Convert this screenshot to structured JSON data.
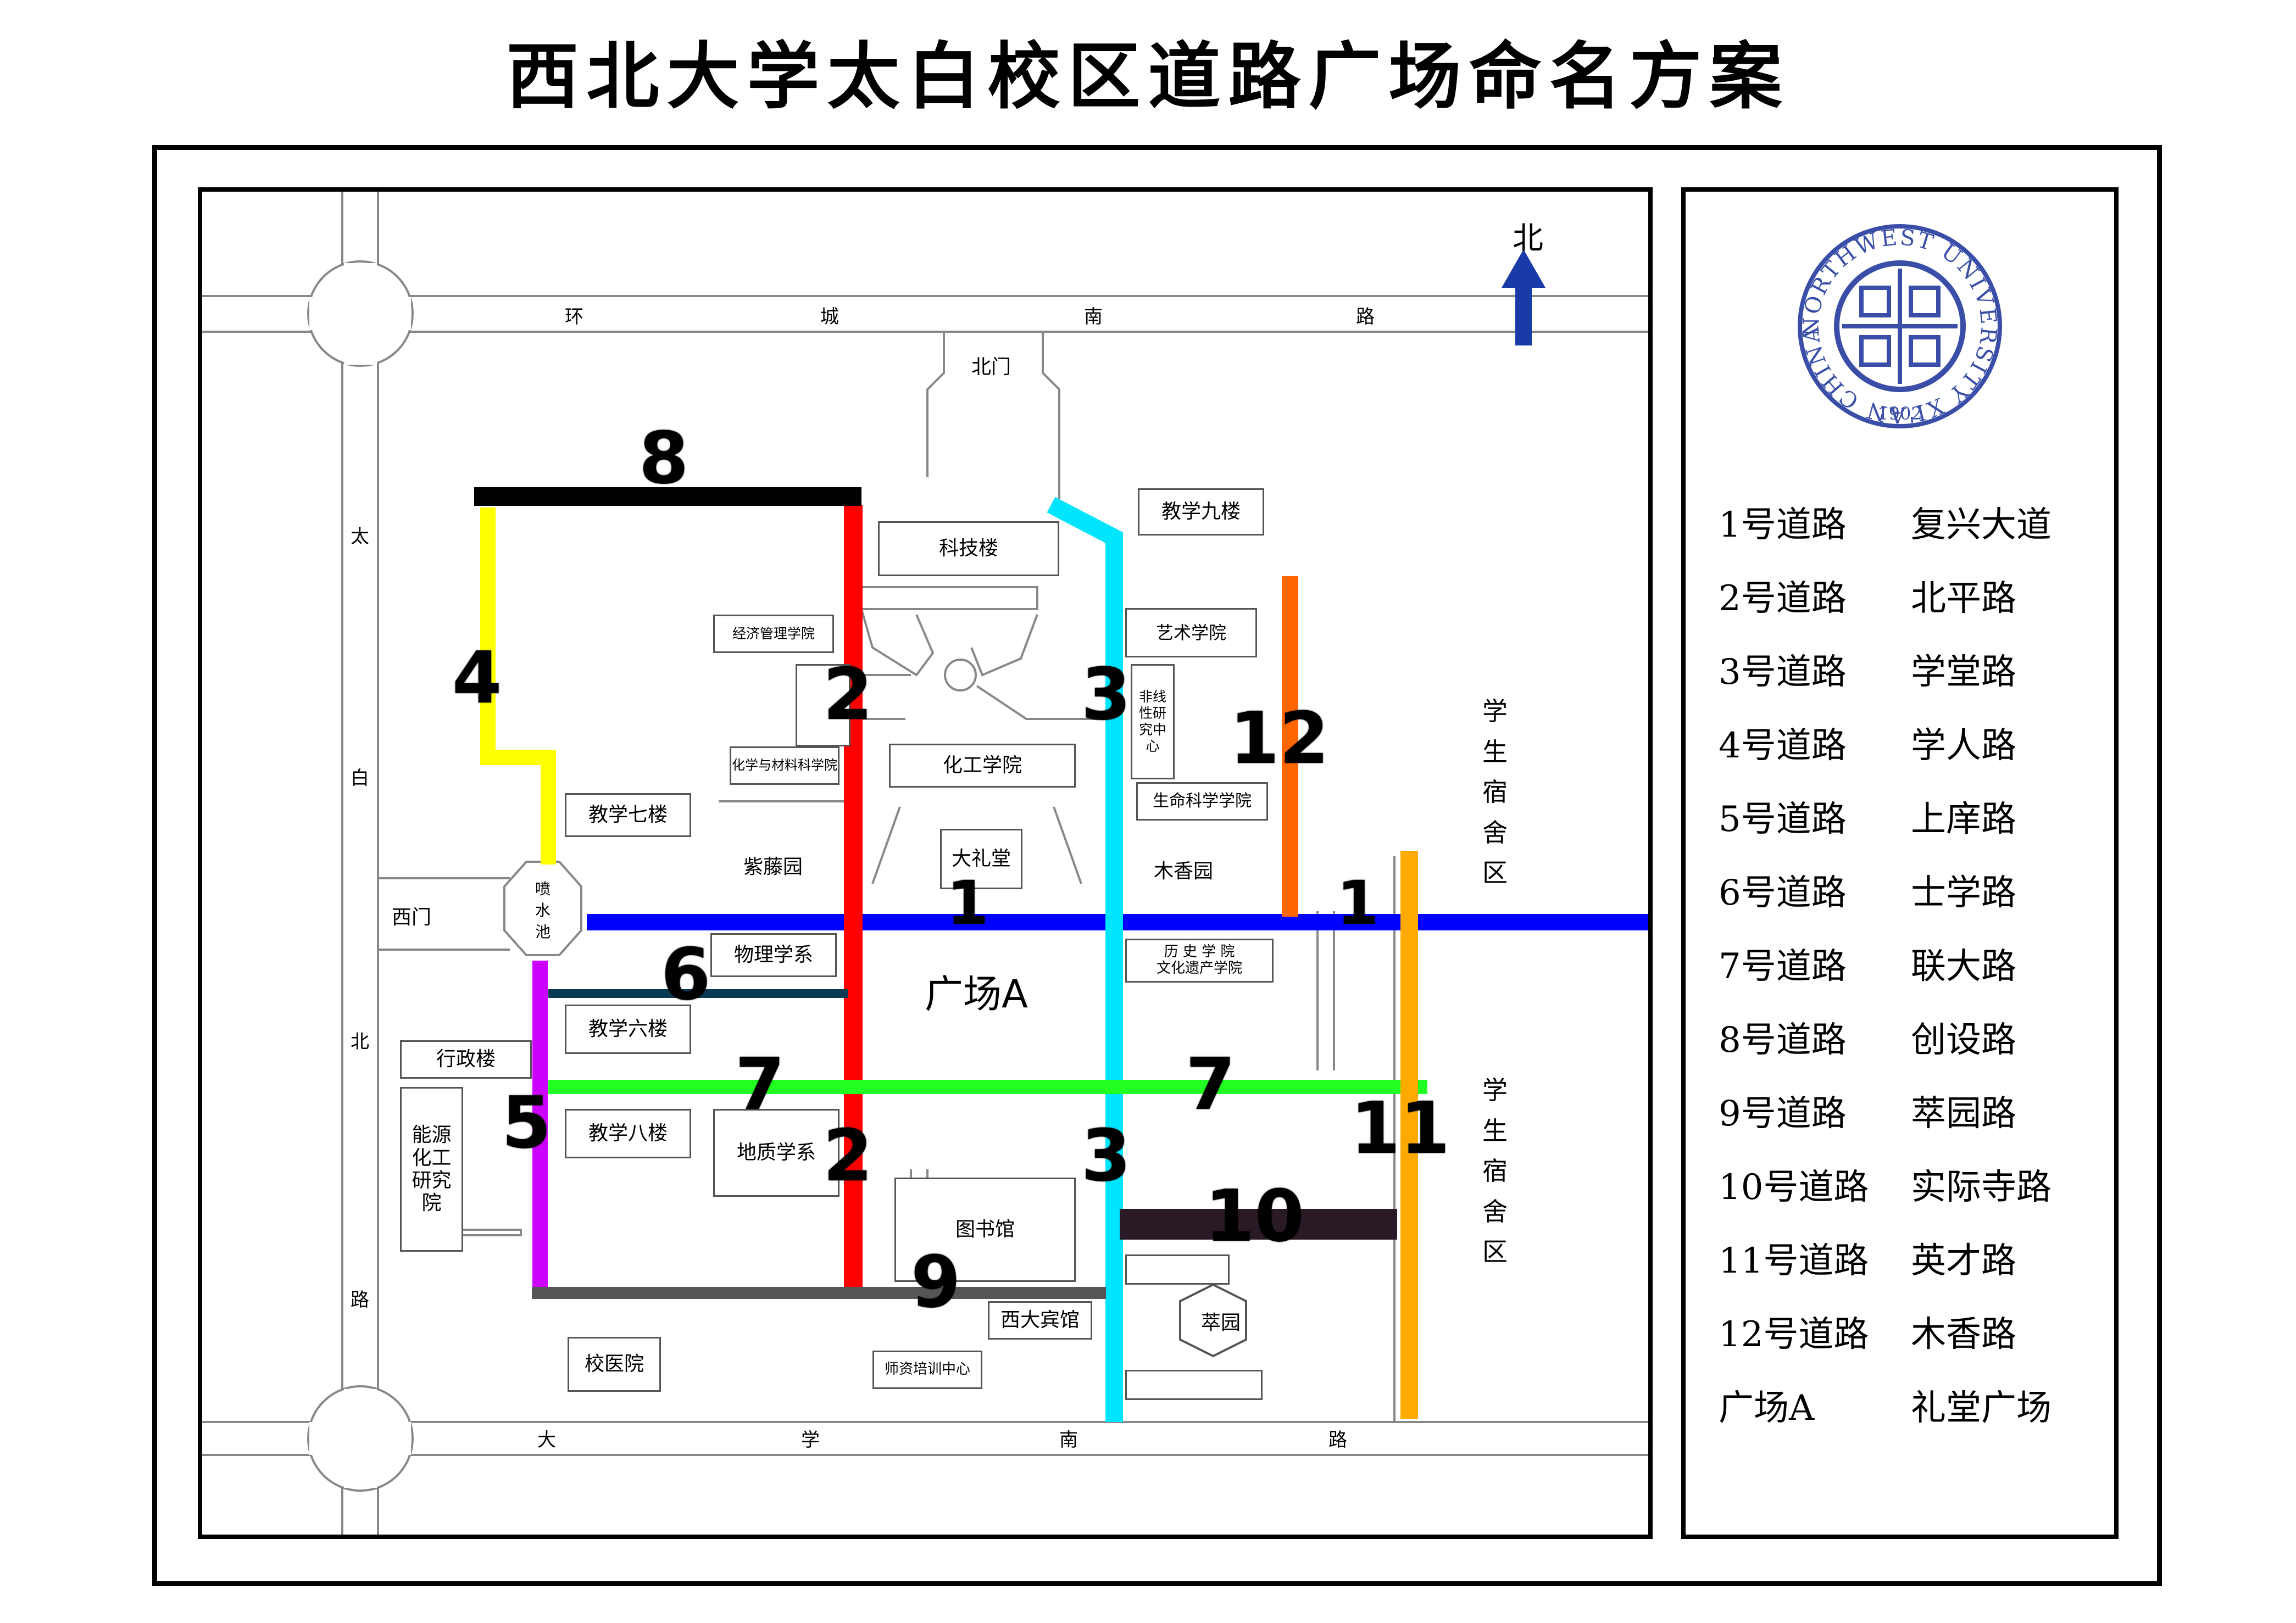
{
  "title": "西北大学太白校区道路广场命名方案",
  "compass_label": "北",
  "streets": {
    "north": [
      "环",
      "城",
      "南",
      "路"
    ],
    "west": [
      "太",
      "白",
      "北",
      "路"
    ],
    "south": [
      "大",
      "学",
      "南",
      "路"
    ]
  },
  "gates": {
    "north": "北门",
    "west": "西门"
  },
  "fountain": "喷水池",
  "square": "广场A",
  "dorm_labels": [
    "学生宿舍区",
    "学生宿舍区"
  ],
  "buildings": {
    "teaching9": "教学九楼",
    "tech": "科技楼",
    "econ": "经济管理学院",
    "art": "艺术学院",
    "nonlinear": "非线性研究中心",
    "chemmat": "化学与材料科学院",
    "chemeng": "化工学院",
    "lifesci": "生命科学学院",
    "teaching7": "教学七楼",
    "ziteng": "紫藤园",
    "auditorium": "大礼堂",
    "muxiang": "木香园",
    "physics": "物理学系",
    "history": "历 史 学 院\n文化遗产学院",
    "teaching6": "教学六楼",
    "admin": "行政楼",
    "energy": "能源化工研究院",
    "teaching8": "教学八楼",
    "geology": "地质学系",
    "library": "图书馆",
    "cuiyuan": "萃园",
    "hotel": "西大宾馆",
    "hospital": "校医院",
    "training": "师资培训中心"
  },
  "road_colors": {
    "r1": "#0000ff",
    "r2": "#ff0000",
    "r3": "#00e5ff",
    "r4": "#ffff00",
    "r5": "#cc00ff",
    "r6": "#0a3a52",
    "r7": "#22ff22",
    "r8": "#000000",
    "r9": "#555555",
    "r10": "#2a1a26",
    "r11": "#ffaa00",
    "r12": "#ff6600"
  },
  "road_numbers": {
    "n1": "1",
    "n2": "2",
    "n3": "3",
    "n4": "4",
    "n5": "5",
    "n6": "6",
    "n7": "7",
    "n8": "8",
    "n9": "9",
    "n10": "10",
    "n11": "11",
    "n12": "12"
  },
  "logo": {
    "ring_text": "NORTHWEST UNIVERSITY XI'AN CHINA",
    "year": "1902",
    "color": "#3a4ea8"
  },
  "legend": [
    {
      "key": "1号道路",
      "name": "复兴大道"
    },
    {
      "key": "2号道路",
      "name": "北平路"
    },
    {
      "key": "3号道路",
      "name": "学堂路"
    },
    {
      "key": "4号道路",
      "name": "学人路"
    },
    {
      "key": "5号道路",
      "name": "上庠路"
    },
    {
      "key": "6号道路",
      "name": "士学路"
    },
    {
      "key": "7号道路",
      "name": "联大路"
    },
    {
      "key": "8号道路",
      "name": "创设路"
    },
    {
      "key": "9号道路",
      "name": "萃园路"
    },
    {
      "key": "10号道路",
      "name": "实际寺路"
    },
    {
      "key": "11号道路",
      "name": "英才路"
    },
    {
      "key": "12号道路",
      "name": "木香路"
    },
    {
      "key": "广场A",
      "name": "礼堂广场"
    }
  ]
}
